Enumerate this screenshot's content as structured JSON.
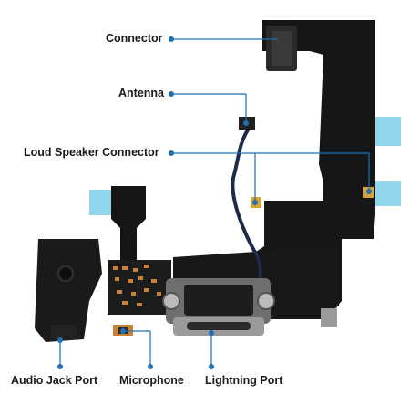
{
  "labels": {
    "connector": "Connector",
    "antenna": "Antenna",
    "loud_speaker_connector": "Loud Speaker Connector",
    "audio_jack_port": "Audio Jack Port",
    "microphone": "Microphone",
    "lightning_port": "Lightning Port"
  },
  "colors": {
    "pointer": "#1f6fb2",
    "flex_cable": "#141414",
    "stiffener": "#8fd6ea",
    "metal": "#9a9a9a",
    "gold_pad": "#d4a43a"
  }
}
